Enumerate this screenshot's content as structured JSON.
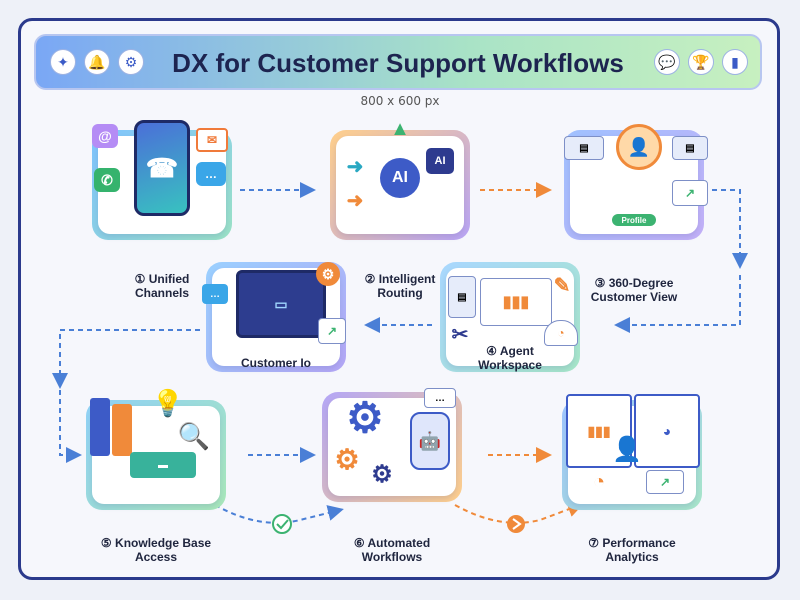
{
  "header": {
    "title": "DX for Customer Support Workflows",
    "left_icons": [
      "figma-icon",
      "bell-icon",
      "gear-icon"
    ],
    "right_icons": [
      "chat-icon",
      "trophy-icon",
      "bar-chart-icon"
    ]
  },
  "dims_label": "800 x 600 px",
  "steps": [
    {
      "num": "①",
      "label_line1": "Unified",
      "label_line2": "Channels"
    },
    {
      "num": "②",
      "label_line1": "Intelligent",
      "label_line2": "Routing"
    },
    {
      "num": "③",
      "label_line1": "360-Degree",
      "label_line2": "Customer View"
    },
    {
      "num": "④",
      "label_line1": "Agent",
      "label_line2": "Workspace"
    },
    {
      "num": "",
      "label_line1": "Customer Io",
      "label_line2": ""
    },
    {
      "num": "⑤",
      "label_line1": "Knowledge Base",
      "label_line2": "Access"
    },
    {
      "num": "⑥",
      "label_line1": "Automated",
      "label_line2": "Workflows"
    },
    {
      "num": "⑦",
      "label_line1": "Performance",
      "label_line2": "Analytics"
    }
  ],
  "routing_ai_label": "AI",
  "routing_chip_label": "AI",
  "customer_view_chip": "Profile",
  "colors": {
    "frame": "#2b3a8c",
    "arrow_blue": "#4a7fd6",
    "arrow_orange": "#f08a3a",
    "check_green": "#3cb371"
  }
}
